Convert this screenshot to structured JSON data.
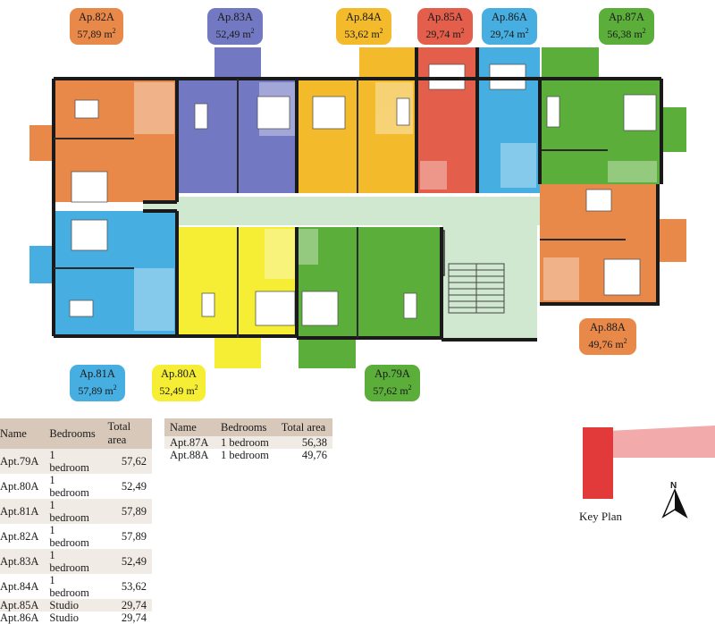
{
  "labels": {
    "unit": "m",
    "unit_sup": "2",
    "key_plan": "Key Plan",
    "north": "N"
  },
  "colors": {
    "orange": "#e8894a",
    "blue": "#46aee0",
    "purple": "#7279c2",
    "yellow_dark": "#f3bb2c",
    "yellow_light": "#f5ee34",
    "red": "#e45e4c",
    "green": "#5bae3a",
    "corridor": "#cfe8cf"
  },
  "apartments": [
    {
      "name": "Ap.82A",
      "area": "57,89",
      "color": "#e8894a"
    },
    {
      "name": "Ap.83A",
      "area": "52,49",
      "color": "#7279c2"
    },
    {
      "name": "Ap.84A",
      "area": "53,62",
      "color": "#f3bb2c"
    },
    {
      "name": "Ap.85A",
      "area": "29,74",
      "color": "#e45e4c"
    },
    {
      "name": "Ap.86A",
      "area": "29,74",
      "color": "#46aee0"
    },
    {
      "name": "Ap.87A",
      "area": "56,38",
      "color": "#5bae3a"
    },
    {
      "name": "Ap.88A",
      "area": "49,76",
      "color": "#e8894a"
    },
    {
      "name": "Ap.81A",
      "area": "57,89",
      "color": "#46aee0"
    },
    {
      "name": "Ap.80A",
      "area": "52,49",
      "color": "#f5ee34"
    },
    {
      "name": "Ap.79A",
      "area": "57,62",
      "color": "#5bae3a"
    }
  ],
  "table1": {
    "headers": [
      "Name",
      "Bedrooms",
      "Total area"
    ],
    "rows": [
      [
        "Apt.79A",
        "1 bedroom",
        "57,62"
      ],
      [
        "Apt.80A",
        "1 bedroom",
        "52,49"
      ],
      [
        "Apt.81A",
        "1 bedroom",
        "57,89"
      ],
      [
        "Apt.82A",
        "1 bedroom",
        "57,89"
      ],
      [
        "Apt.83A",
        "1 bedroom",
        "52,49"
      ],
      [
        "Apt.84A",
        "1 bedroom",
        "53,62"
      ],
      [
        "Apt.85A",
        "Studio",
        "29,74"
      ],
      [
        "Apt.86A",
        "Studio",
        "29,74"
      ]
    ]
  },
  "table2": {
    "headers": [
      "Name",
      "Bedrooms",
      "Total area"
    ],
    "rows": [
      [
        "Apt.87A",
        "1 bedroom",
        "56,38"
      ],
      [
        "Apt.88A",
        "1 bedroom",
        "49,76"
      ]
    ]
  }
}
